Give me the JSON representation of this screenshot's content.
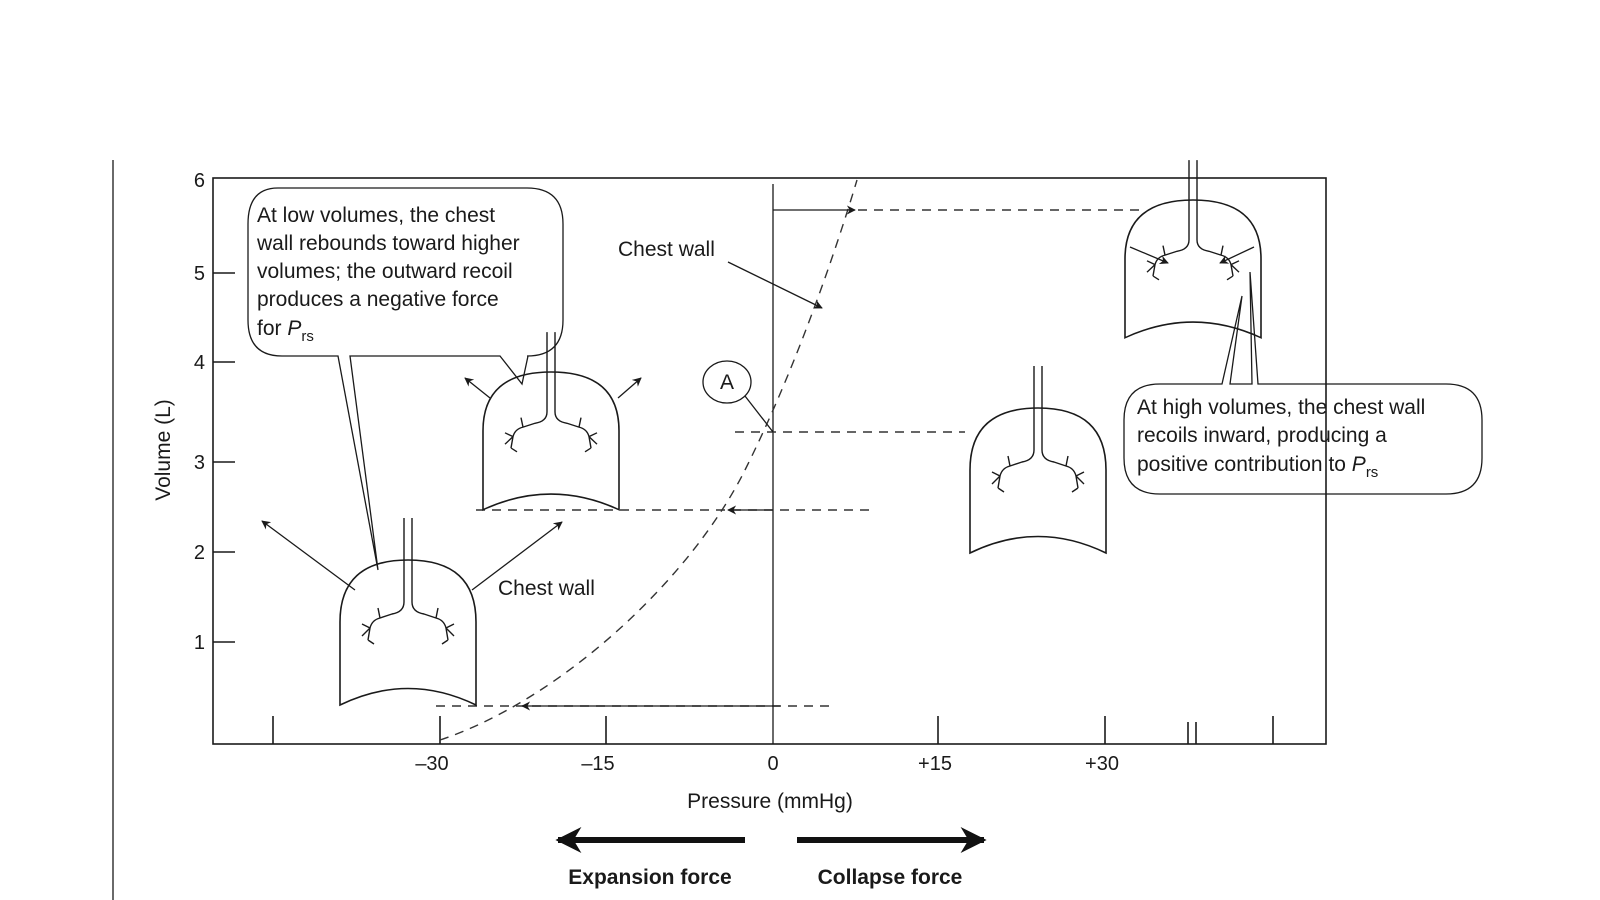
{
  "colors": {
    "ink": "#1a1a1a",
    "background": "#ffffff"
  },
  "axes": {
    "x_label": "Pressure (mmHg)",
    "y_label": "Volume (L)",
    "x_ticks": [
      "–30",
      "–15",
      "0",
      "+15",
      "+30"
    ],
    "y_ticks": [
      "1",
      "2",
      "3",
      "4",
      "5",
      "6"
    ]
  },
  "labels": {
    "chest_wall_curve": "Chest wall",
    "chest_wall_lung": "Chest wall",
    "marker_a": "A"
  },
  "callouts": {
    "low_volume": {
      "lines": [
        "At  low volumes, the chest",
        "wall rebounds toward higher",
        "volumes; the outward recoil",
        "produces a negative  force"
      ],
      "last_prefix": "for ",
      "last_var": "P",
      "last_sub": "rs"
    },
    "high_volume": {
      "lines": [
        "At high volumes, the chest wall",
        "recoils inward, producing a"
      ],
      "last_prefix": "positive contribution to ",
      "last_var": "P",
      "last_sub": "rs"
    }
  },
  "forces": {
    "expansion": "Expansion force",
    "collapse": "Collapse force"
  }
}
